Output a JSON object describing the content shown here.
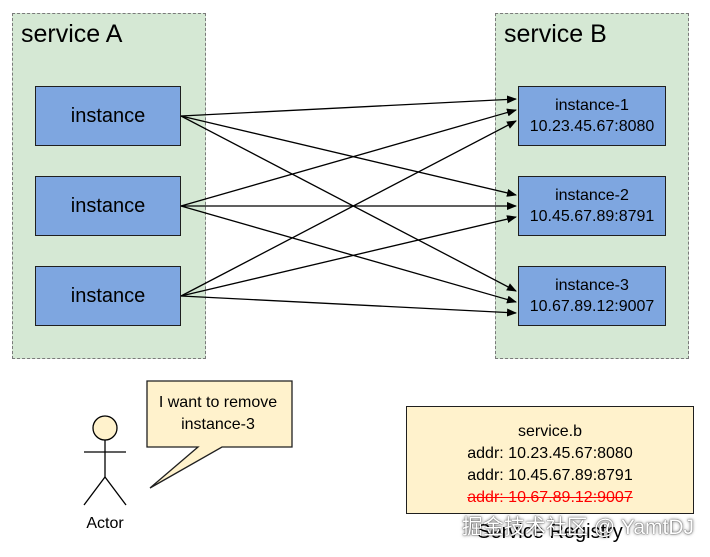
{
  "service_a": {
    "title": "service A",
    "instances": [
      "instance",
      "instance",
      "instance"
    ]
  },
  "service_b": {
    "title": "service B",
    "instances": [
      {
        "name": "instance-1",
        "addr": "10.23.45.67:8080"
      },
      {
        "name": "instance-2",
        "addr": "10.45.67.89:8791"
      },
      {
        "name": "instance-3",
        "addr": "10.67.89.12:9007"
      }
    ]
  },
  "actor": {
    "label": "Actor",
    "speech_line1": "I want to remove",
    "speech_line2": "instance-3"
  },
  "registry": {
    "title": "service.b",
    "entries": [
      "addr: 10.23.45.67:8080",
      "addr: 10.45.67.89:8791",
      "addr: 10.67.89.12:9007"
    ],
    "removed_entry_color": "#ff0000",
    "label": "Service Registry"
  },
  "watermark": "掘金技术社区 @ YamtDJ",
  "colors": {
    "group_fill": "#d5e8d4",
    "instance_fill": "#7ea6e0",
    "registry_fill": "#fff2cc",
    "callout_fill": "#fff2cc"
  }
}
